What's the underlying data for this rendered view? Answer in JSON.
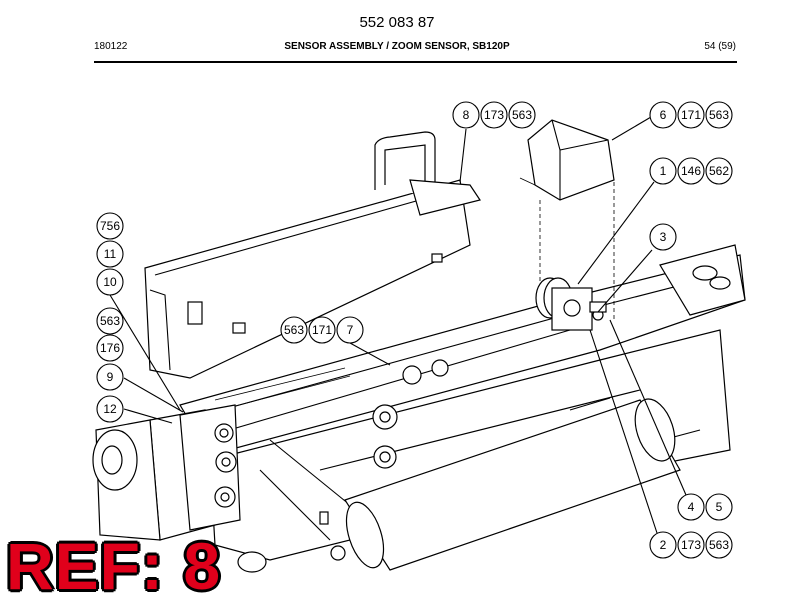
{
  "header": {
    "doc_number": "552 083 87",
    "date": "180122",
    "title": "SENSOR ASSEMBLY / ZOOM SENSOR, SB120P",
    "page": "54 (59)"
  },
  "callouts": {
    "c756": "756",
    "c11": "11",
    "c10": "10",
    "c563a": "563",
    "c176": "176",
    "c9": "9",
    "c12": "12",
    "c563b": "563",
    "c171a": "171",
    "c7": "7",
    "c8": "8",
    "c173a": "173",
    "c563c": "563",
    "c6": "6",
    "c171b": "171",
    "c563d": "563",
    "c1": "1",
    "c146": "146",
    "c562": "562",
    "c3": "3",
    "c4": "4",
    "c5": "5",
    "c2": "2",
    "c173b": "173",
    "c563e": "563"
  },
  "ref_label": "REF: 8"
}
